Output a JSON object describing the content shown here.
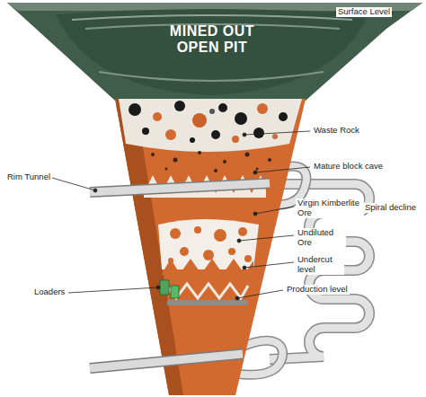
{
  "diagram": {
    "labels": [
      "Surface Level",
      "MINED OUT OPEN PIT",
      "Waste Rock",
      "Mature block cave",
      "Rim Tunnel",
      "Virgin Kimberlite Ore",
      "Spiral decline",
      "Undiluted Ore",
      "Undercut level",
      "Production level",
      "Loaders"
    ]
  }
}
